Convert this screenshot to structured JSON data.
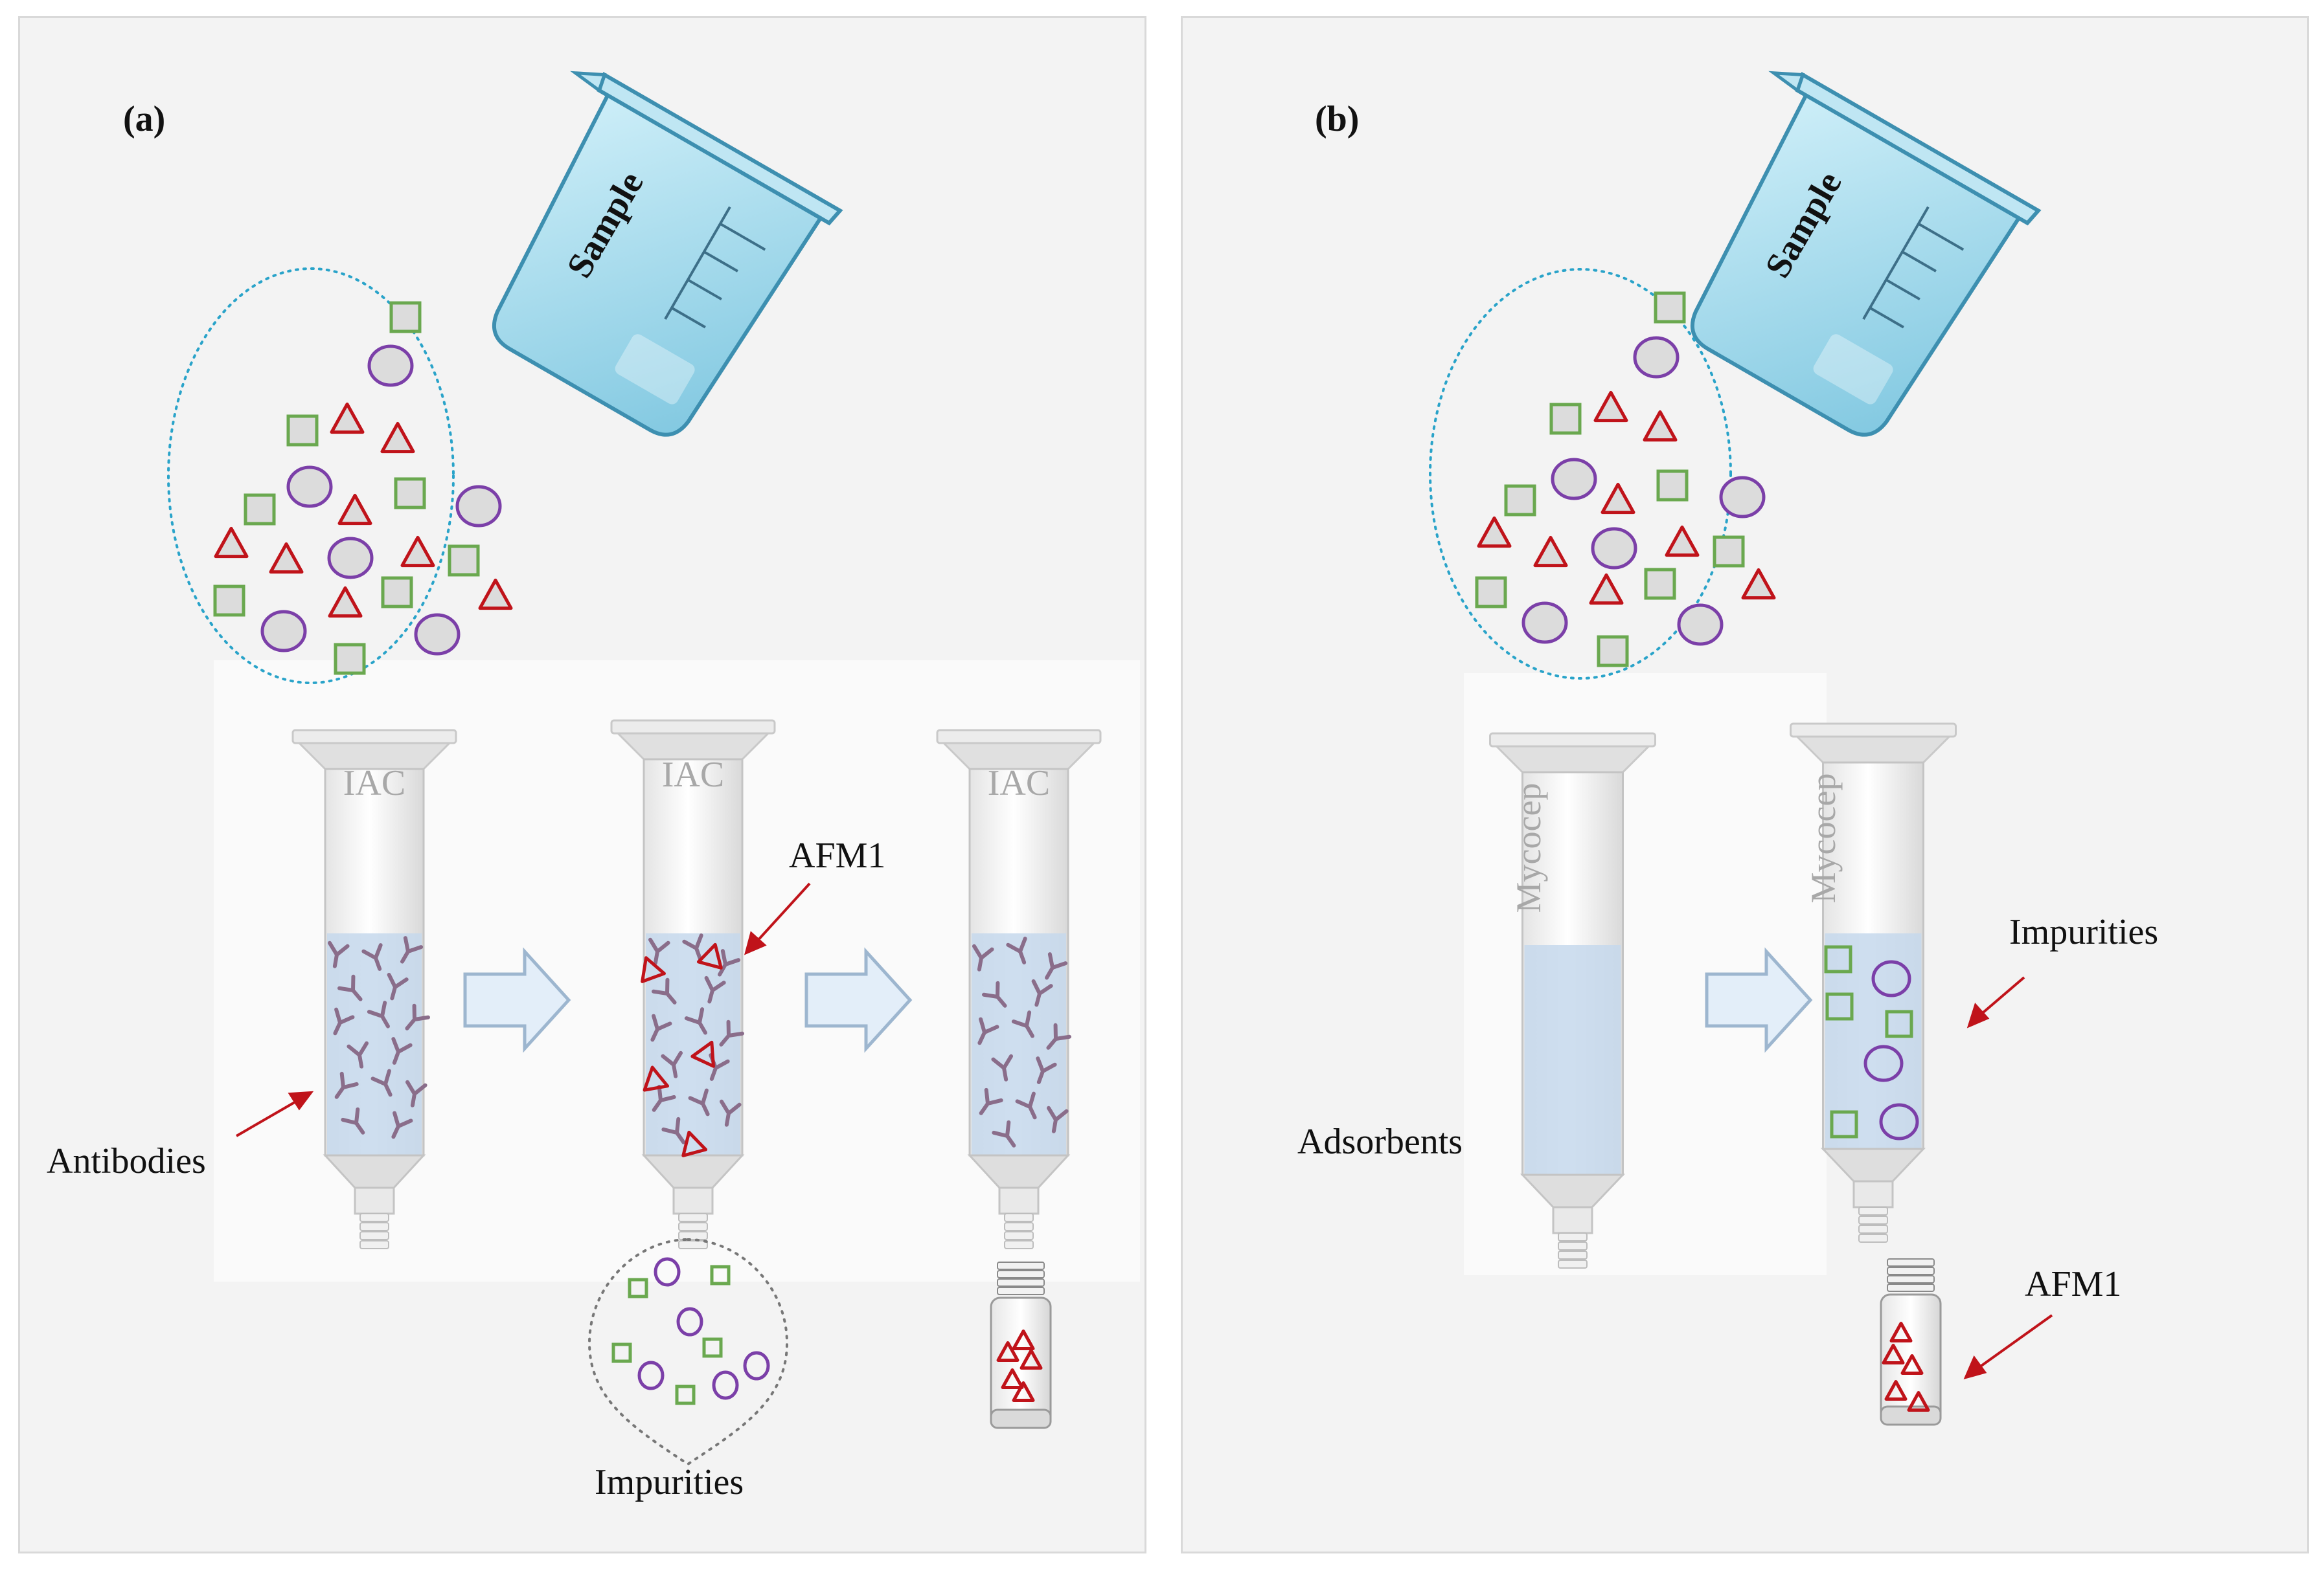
{
  "panels": [
    {
      "letter": "(a)",
      "beaker_label": "Sample",
      "column_labels": [
        "IAC",
        "IAC",
        "IAC"
      ],
      "annotations": {
        "antibodies": "Antibodies",
        "afm1": "AFM1",
        "impurities": "Impurities"
      }
    },
    {
      "letter": "(b)",
      "beaker_label": "Sample",
      "column_labels": [
        "Mycocep",
        "Mycocep"
      ],
      "annotations": {
        "adsorbents": "Adsorbents",
        "impurities": "Impurities",
        "afm1": "AFM1"
      }
    }
  ],
  "colors": {
    "triangle": "#c0131a",
    "square": "#6aa84f",
    "circle": "#7b3fa8",
    "shape_fill": "#dcdcdc",
    "dotted": "#29a3c9",
    "arrow_fill": "#e3eef9",
    "arrow_stroke": "#9db6cf",
    "column_liquid": "#c5d8ec",
    "antibody": "#8a6d8a",
    "beaker": "#8fd0e6"
  }
}
